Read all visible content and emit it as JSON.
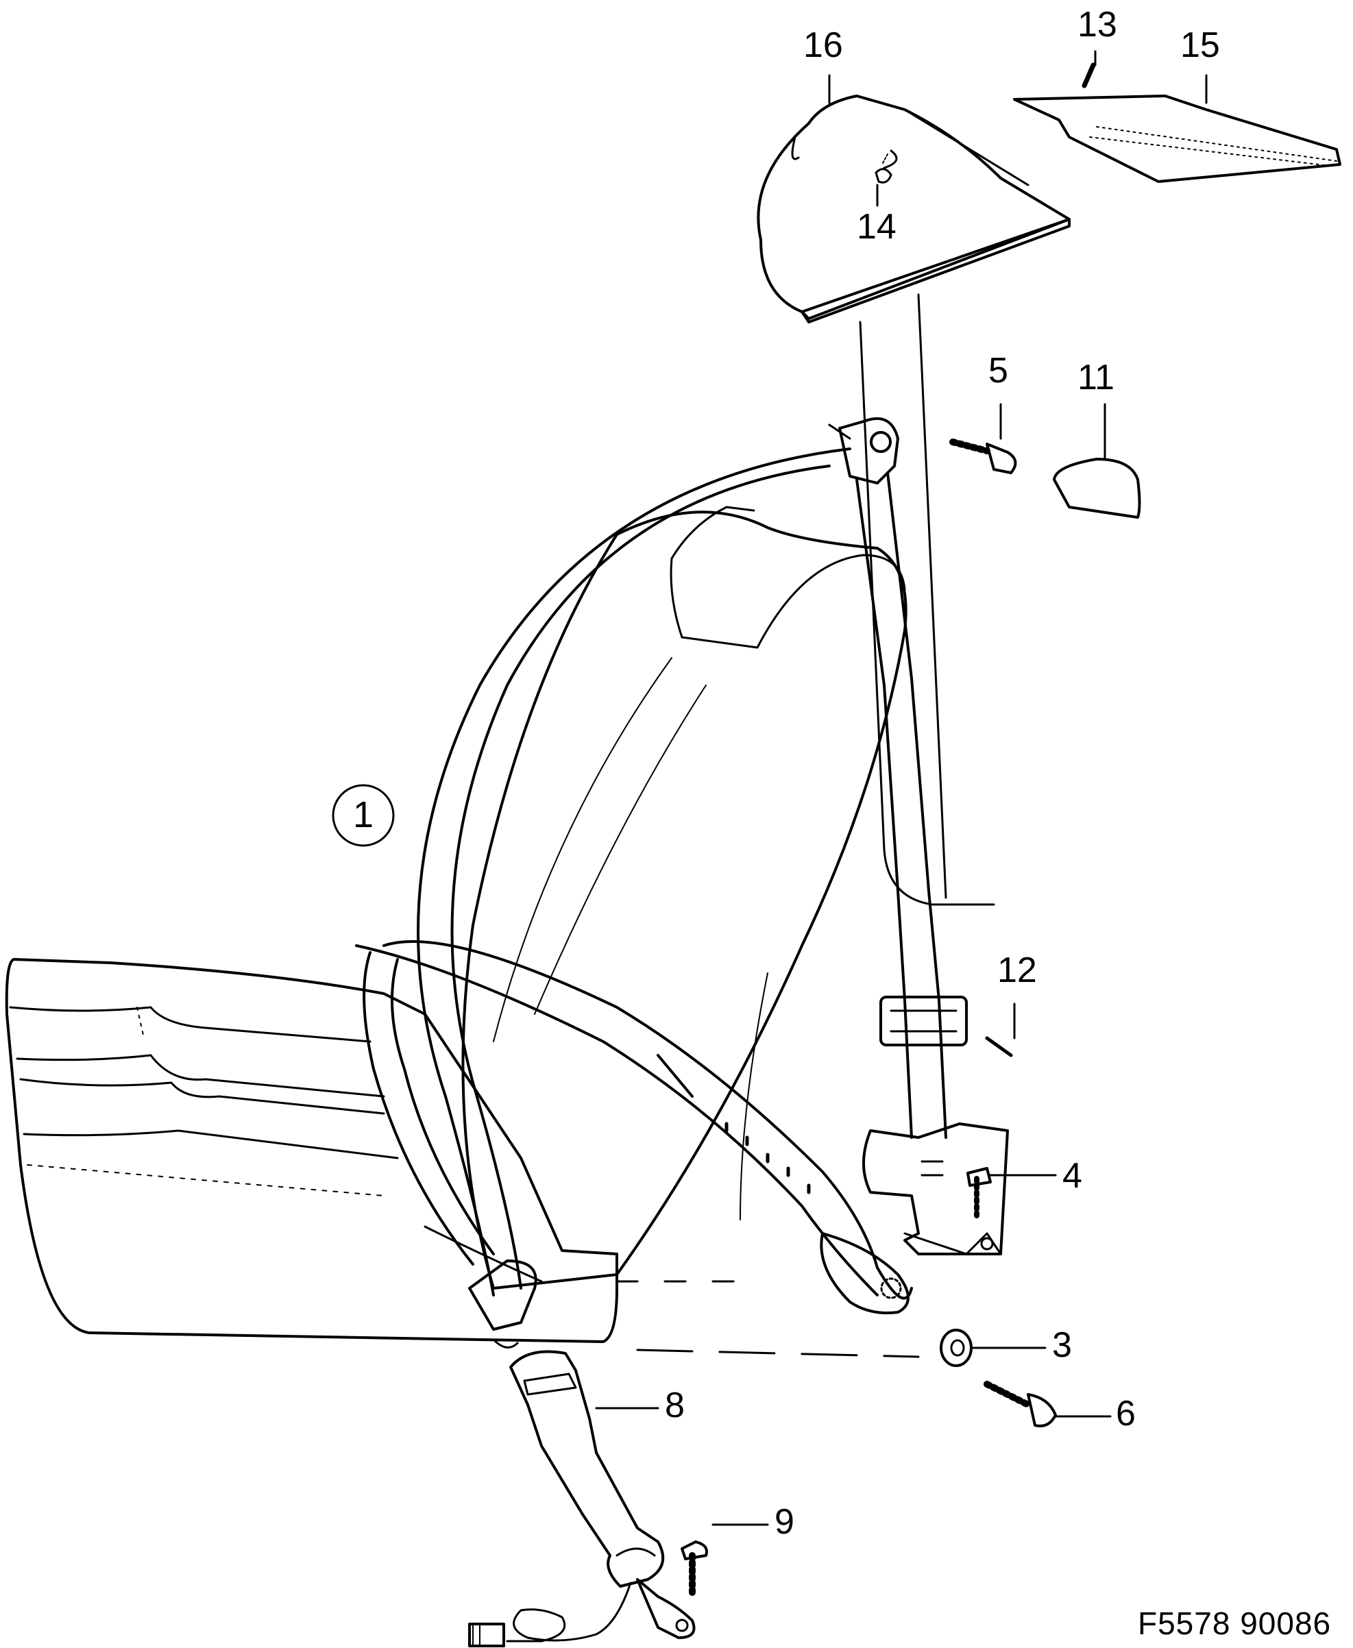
{
  "diagram": {
    "assembly_callout": "1",
    "figure_code": "F5578 90086",
    "ink_color": "#000000",
    "paper_color": "#ffffff",
    "part_labels": {
      "p3": "3",
      "p4": "4",
      "p5": "5",
      "p6": "6",
      "p8": "8",
      "p9": "9",
      "p11": "11",
      "p12": "12",
      "p13": "13",
      "p14": "14",
      "p15": "15",
      "p16": "16"
    }
  }
}
